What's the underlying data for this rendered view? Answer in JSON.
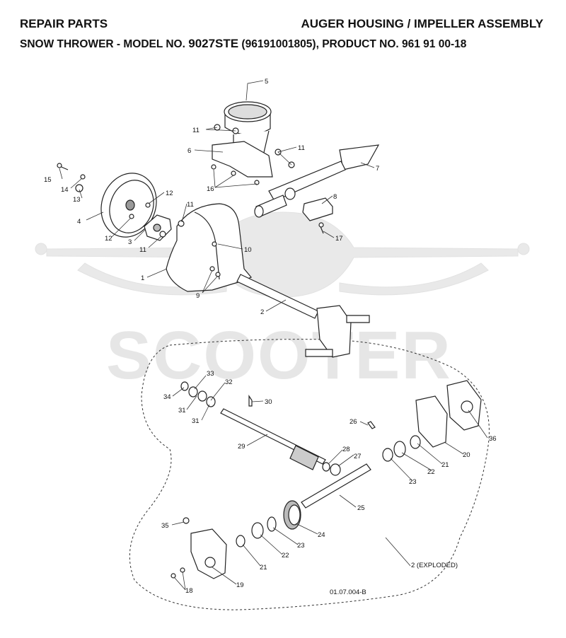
{
  "header": {
    "left_title": "REPAIR PARTS",
    "right_title": "AUGER HOUSING / IMPELLER ASSEMBLY",
    "subtitle_prefix": "SNOW THROWER - MODEL NO. ",
    "model_no": "9027STE",
    "subtitle_suffix": " (96191001805), PRODUCT NO. 961 91 00-18"
  },
  "watermark": {
    "text": "SCOOTER",
    "color": "#e6e6e6"
  },
  "doc_number": "01.07.004-B",
  "callouts": [
    {
      "id": "c5",
      "label": "5"
    },
    {
      "id": "c11a",
      "label": "11"
    },
    {
      "id": "c11b",
      "label": "11"
    },
    {
      "id": "c6",
      "label": "6"
    },
    {
      "id": "c7",
      "label": "7"
    },
    {
      "id": "c16",
      "label": "16"
    },
    {
      "id": "c15",
      "label": "15"
    },
    {
      "id": "c14",
      "label": "14"
    },
    {
      "id": "c13",
      "label": "13"
    },
    {
      "id": "c12a",
      "label": "12"
    },
    {
      "id": "c4",
      "label": "4"
    },
    {
      "id": "c11c",
      "label": "11"
    },
    {
      "id": "c12b",
      "label": "12"
    },
    {
      "id": "c3",
      "label": "3"
    },
    {
      "id": "c11d",
      "label": "11"
    },
    {
      "id": "c8",
      "label": "8"
    },
    {
      "id": "c17",
      "label": "17"
    },
    {
      "id": "c10",
      "label": "10"
    },
    {
      "id": "c1",
      "label": "1"
    },
    {
      "id": "c9",
      "label": "9"
    },
    {
      "id": "c2",
      "label": "2"
    },
    {
      "id": "c33",
      "label": "33"
    },
    {
      "id": "c32",
      "label": "32"
    },
    {
      "id": "c34",
      "label": "34"
    },
    {
      "id": "c31a",
      "label": "31"
    },
    {
      "id": "c31b",
      "label": "31"
    },
    {
      "id": "c30",
      "label": "30"
    },
    {
      "id": "c26",
      "label": "26"
    },
    {
      "id": "c36",
      "label": "36"
    },
    {
      "id": "c29",
      "label": "29"
    },
    {
      "id": "c28",
      "label": "28"
    },
    {
      "id": "c27",
      "label": "27"
    },
    {
      "id": "c21a",
      "label": "21"
    },
    {
      "id": "c20",
      "label": "20"
    },
    {
      "id": "c22a",
      "label": "22"
    },
    {
      "id": "c23a",
      "label": "23"
    },
    {
      "id": "c25",
      "label": "25"
    },
    {
      "id": "c35",
      "label": "35"
    },
    {
      "id": "c24",
      "label": "24"
    },
    {
      "id": "c23b",
      "label": "23"
    },
    {
      "id": "c22b",
      "label": "22"
    },
    {
      "id": "c21b",
      "label": "21"
    },
    {
      "id": "c19",
      "label": "19"
    },
    {
      "id": "c18",
      "label": "18"
    },
    {
      "id": "c2x",
      "label": "2 (EXPLODED)"
    }
  ]
}
